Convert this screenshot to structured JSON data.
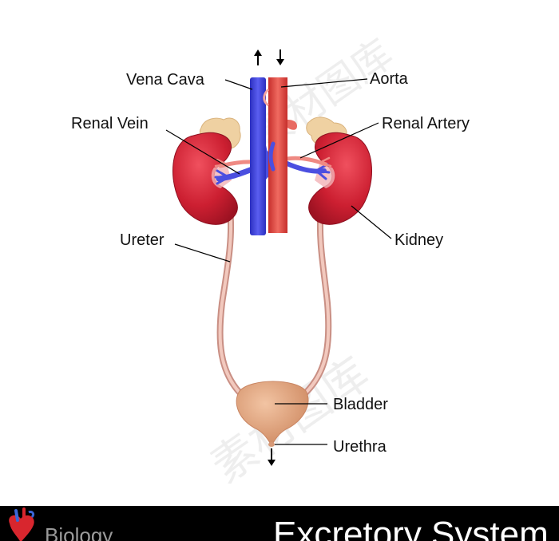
{
  "labels": {
    "vena_cava": "Vena Cava",
    "aorta": "Aorta",
    "renal_vein": "Renal Vein",
    "renal_artery": "Renal Artery",
    "ureter": "Ureter",
    "kidney": "Kidney",
    "bladder": "Bladder",
    "urethra": "Urethra"
  },
  "footer": {
    "subject": "Biology",
    "title": "Excretory System"
  },
  "watermark": "素材图库",
  "colors": {
    "vein_blue": "#3b3fd8",
    "artery_red": "#e0443f",
    "kidney_red": "#c8202f",
    "adrenal_tan": "#efd3a6",
    "ureter_pink": "#e8b8ad",
    "bladder_tan": "#dea17e",
    "footer_bg": "#000000"
  },
  "icons": [
    "up-arrow-icon",
    "down-arrow-icon",
    "heart-logo-icon"
  ]
}
